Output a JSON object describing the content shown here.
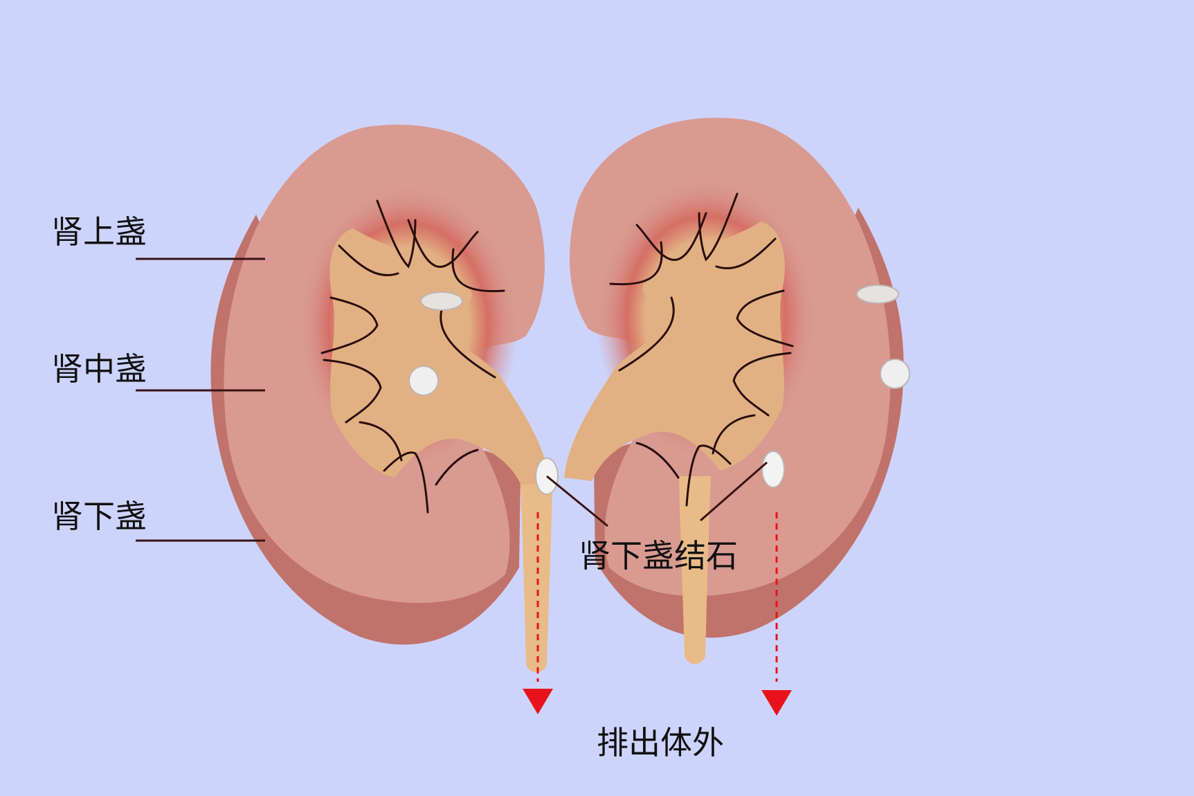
{
  "labels": {
    "upper_calyx": "肾上盏",
    "middle_calyx": "肾中盏",
    "lower_calyx": "肾下盏",
    "lower_calyx_stone": "肾下盏结石",
    "excreted": "排出体外"
  },
  "colors": {
    "background": "#cdd4fc",
    "kidney_body": "#d99a91",
    "kidney_edge": "#c0736b",
    "pelvis": "#e2b183",
    "ureter": "#e9bb88",
    "stone": "#efefef",
    "leader_line": "#3a1212",
    "arrow": "#e8131a"
  }
}
